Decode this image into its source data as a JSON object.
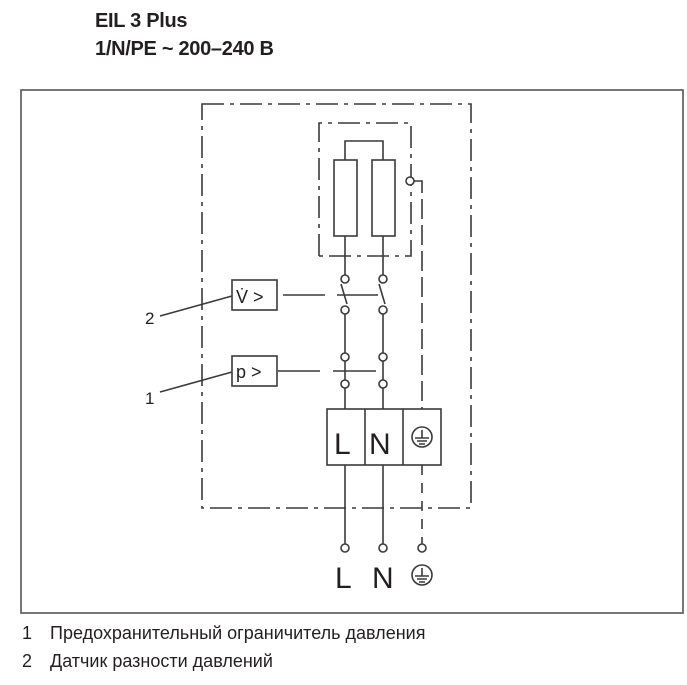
{
  "header": {
    "title": "EIL 3 Plus",
    "subtitle": "1/N/PE ~ 200–240 B"
  },
  "diagram": {
    "flow_sensor_label": "V̇ >",
    "pressure_switch_label": "p >",
    "callout_1": "1",
    "callout_2": "2",
    "terminal_L": "L",
    "terminal_N": "N",
    "supply_L": "L",
    "supply_N": "N",
    "earth_icon": "protective-earth-icon"
  },
  "legend": [
    {
      "num": "1",
      "text": "Предохранительный ограничитель давления"
    },
    {
      "num": "2",
      "text": "Датчик разности давлений"
    }
  ]
}
